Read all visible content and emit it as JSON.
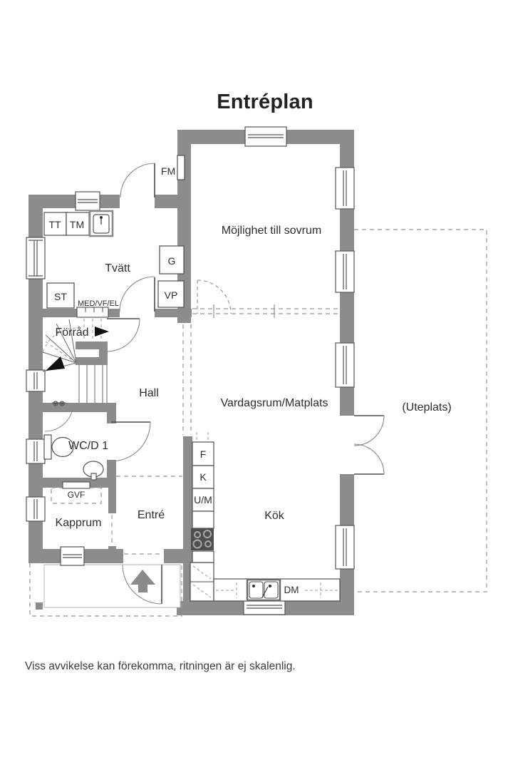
{
  "title": "Entréplan",
  "disclaimer": "Viss avvikelse kan förekomma, ritningen är ej skalenlig.",
  "colors": {
    "wall": "#8c8c8c",
    "outline": "#4d4d4d",
    "dashed": "#979797",
    "label": "#2e2e2e",
    "stove": "#4f4f4f"
  },
  "rooms": {
    "laundry": "Tvätt",
    "storage": "Förråd",
    "hall": "Hall",
    "wc": "WC/D 1",
    "cloakroom": "Kapprum",
    "entrance": "Entré",
    "kitchen": "Kök",
    "living": "Vardagsrum/Matplats",
    "bedroom_option": "Möjlighet till sovrum",
    "patio": "(Uteplats)"
  },
  "fixtures": {
    "dryer": "TT",
    "washer": "TM",
    "exhaust_module": "FM",
    "cleaning_closet": "ST",
    "wardrobe": "G",
    "heat_pump": "VP",
    "med_vf_el": "MED/VF/EL",
    "floor_heating_manifold": "GVF",
    "freezer": "F",
    "fridge": "K",
    "oven_micro": "U/M",
    "dishwasher": "DM"
  }
}
